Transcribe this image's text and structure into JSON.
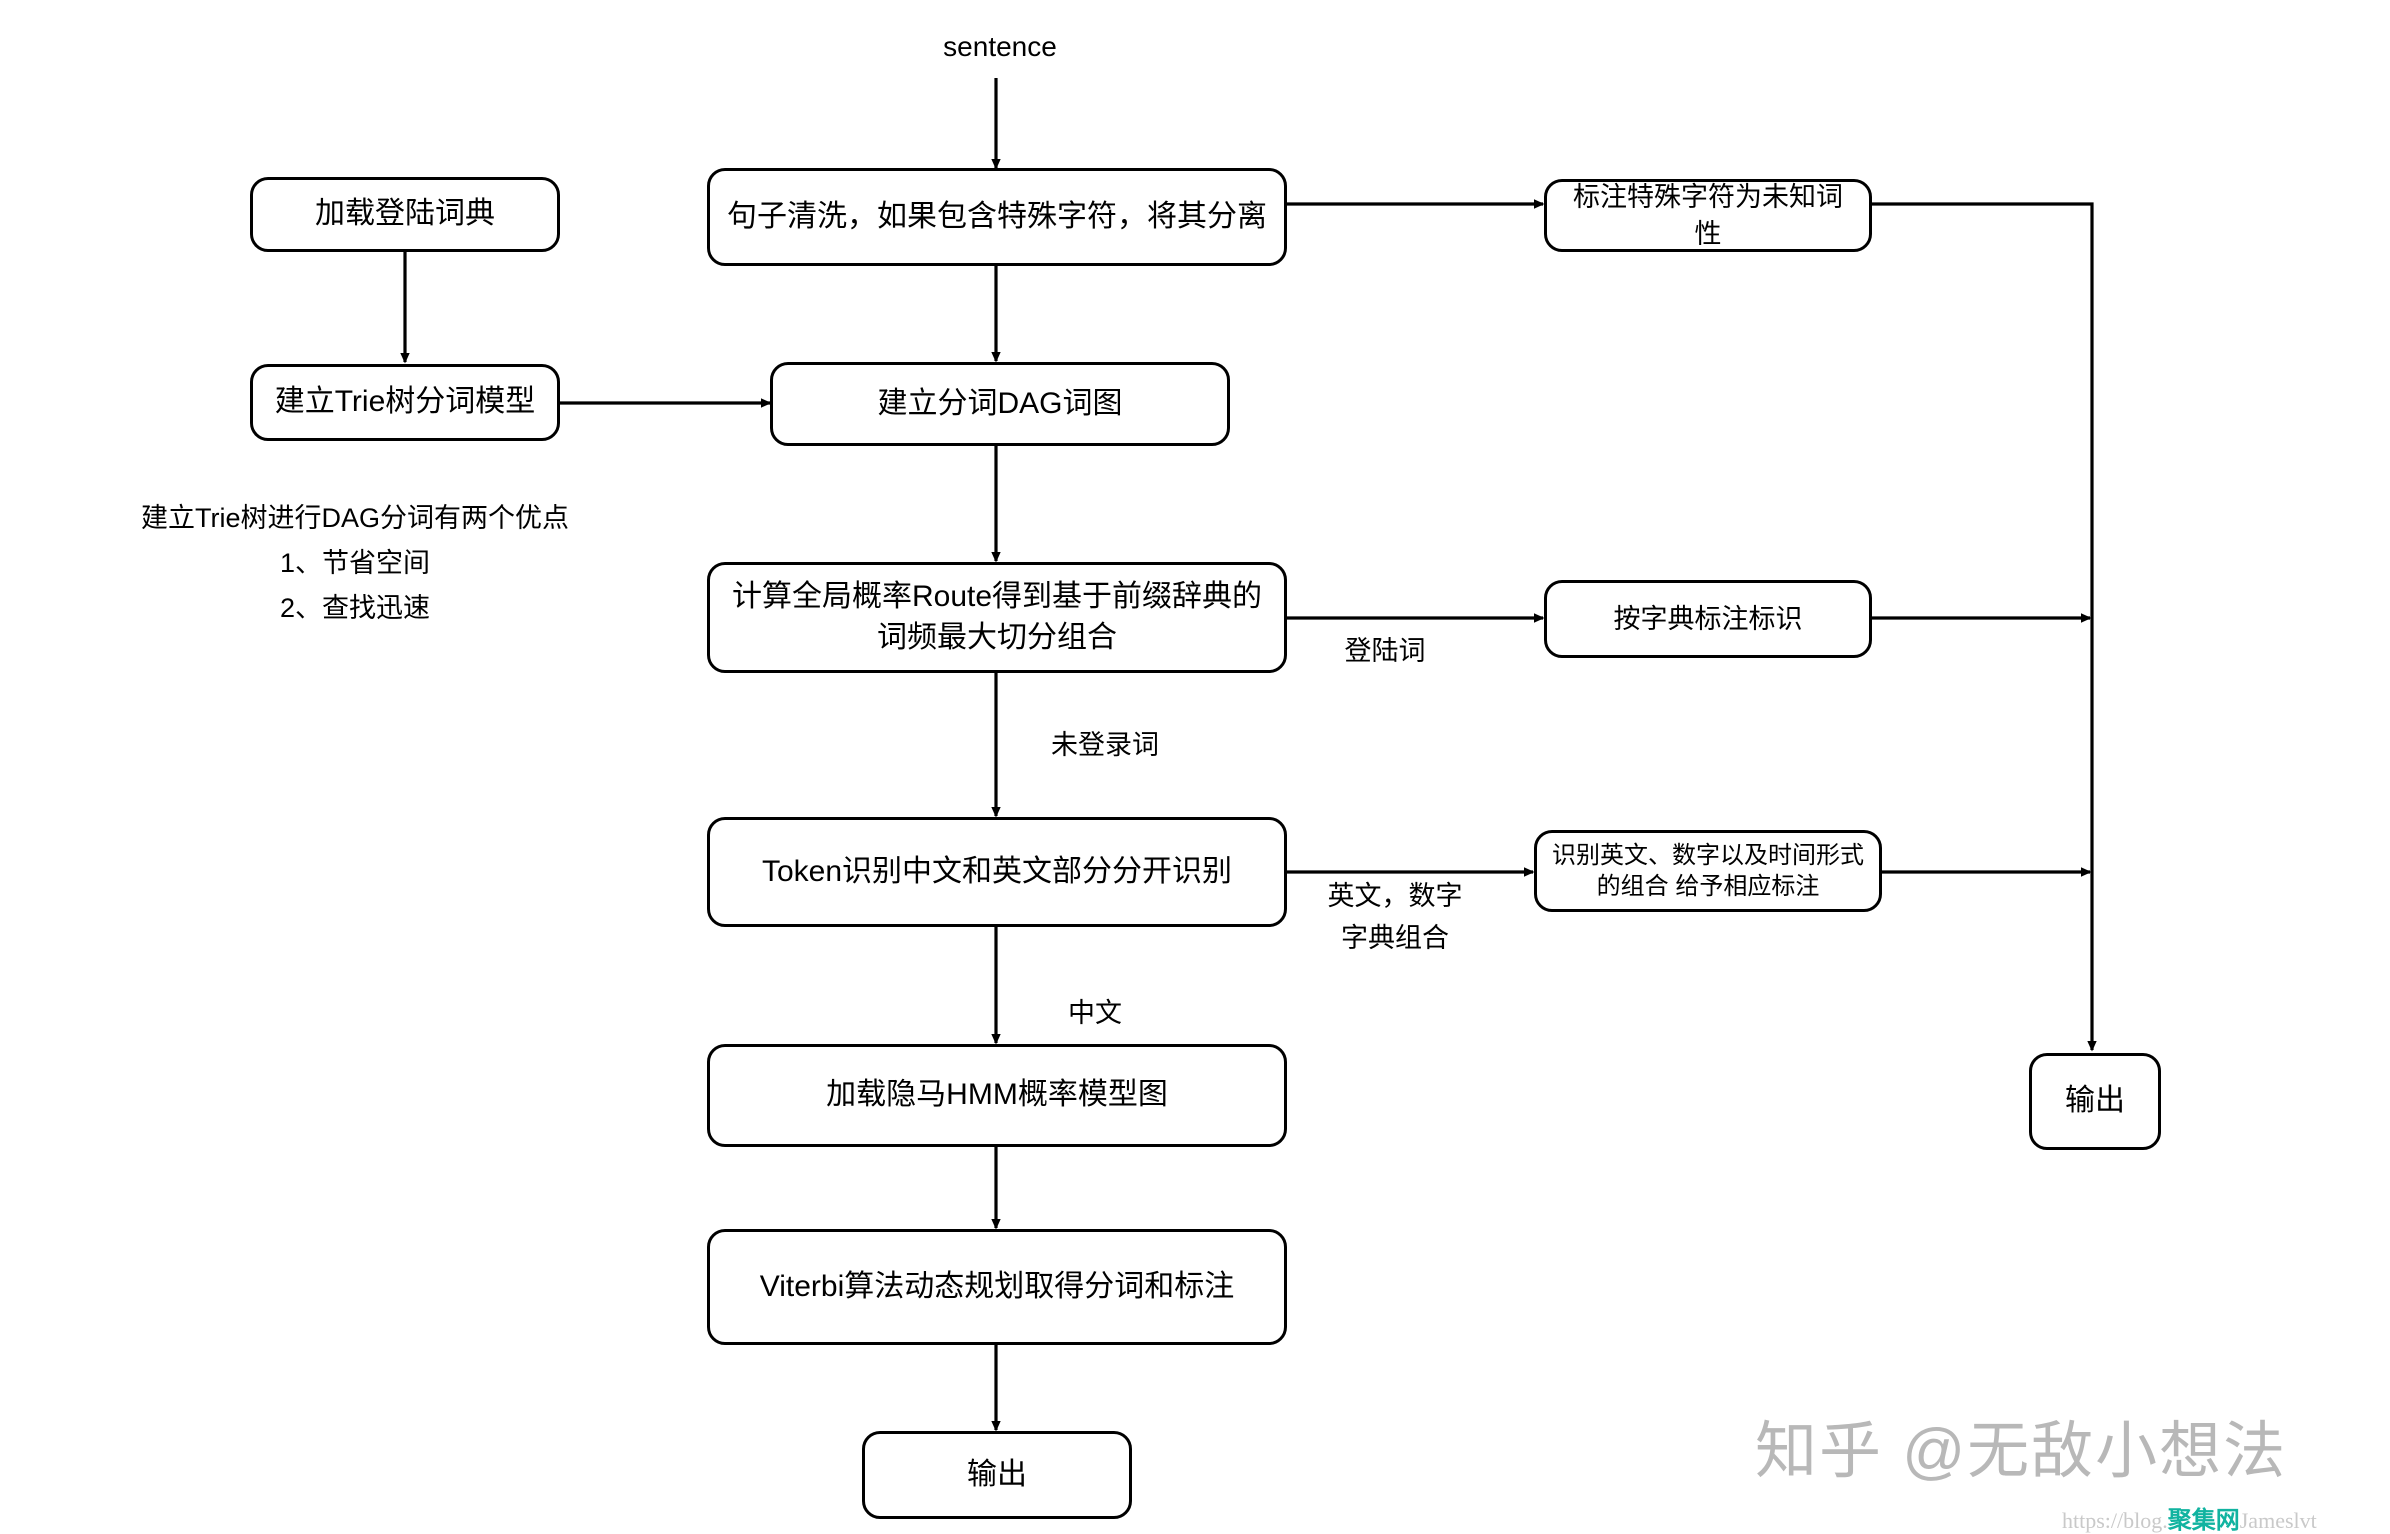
{
  "diagram": {
    "title_text": "sentence",
    "nodes": {
      "sentence_label": "sentence",
      "load_dict": "加载登陆词典",
      "build_trie": "建立Trie树分词模型",
      "clean_sentence": "句子清洗，如果包含特殊字符，将其分离",
      "build_dag": "建立分词DAG词图",
      "calc_route": "计算全局概率Route得到基于前缀辞典的词频最大切分组合",
      "token_split": "Token识别中文和英文部分分开识别",
      "load_hmm": "加载隐马HMM概率模型图",
      "viterbi": "Viterbi算法动态规划取得分词和标注",
      "output_bottom": "输出",
      "mark_special": "标注特殊字符为未知词性",
      "mark_by_dict": "按字典标注标识",
      "mark_en_num": "识别英文、数字以及时间形式的组合 给予相应标注",
      "output_right": "输出"
    },
    "annotations": {
      "trie_note_line1": "建立Trie树进行DAG分词有两个优点",
      "trie_note_line2": "1、节省空间",
      "trie_note_line3": "2、查找迅速"
    },
    "edge_labels": {
      "registered_word": "登陆词",
      "unregistered_word": "未登录词",
      "english_number_line1": "英文，数字",
      "english_number_line2": "字典组合",
      "chinese": "中文"
    },
    "colors": {
      "stroke": "#000000",
      "fill": "#ffffff",
      "text": "#000000",
      "watermark": "#b8b8b8",
      "watermark_accent": "#11b3a0"
    }
  },
  "watermark": {
    "brand": "知乎 @无敌小想法",
    "url_prefix": "https://blog.",
    "url_accent": "聚集网",
    "url_suffix": "Jameslvt"
  }
}
